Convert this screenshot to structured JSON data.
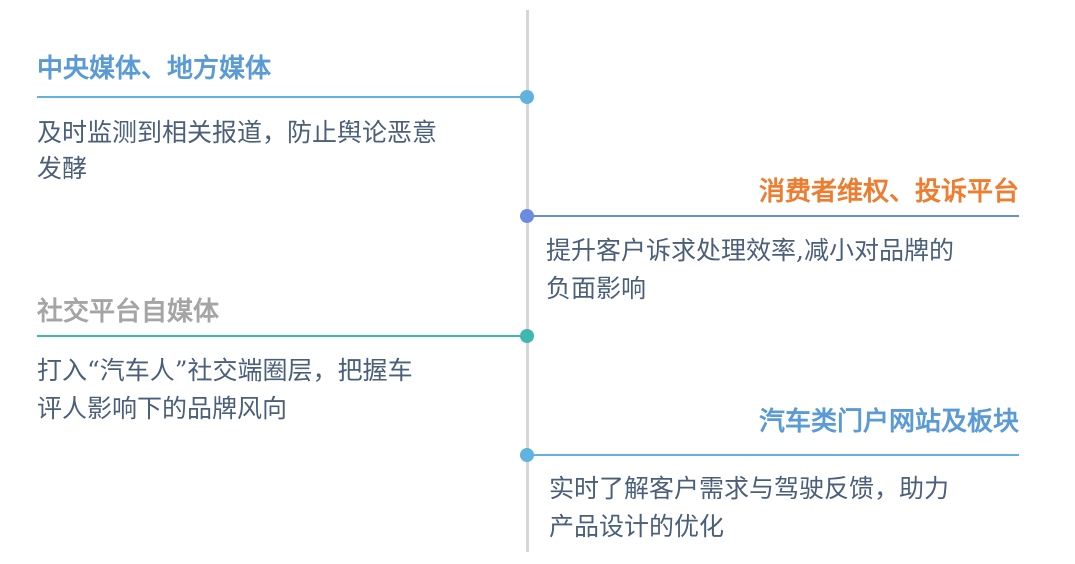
{
  "colors": {
    "axis": "#d6d6d6",
    "item1_title": "#5b9bd5",
    "item1_accent": "#5fb3de",
    "item2_title": "#ed7d31",
    "item2_accent": "#6b8be0",
    "item3_title": "#a5a5a5",
    "item3_accent": "#3fb8b0",
    "item4_title": "#5b9bd5",
    "item4_accent": "#5fb3de",
    "desc_text": "#4a5f7a"
  },
  "items": [
    {
      "title": "中央媒体、地方媒体",
      "desc_line1": "及时监测到相关报道，防止舆论恶意",
      "desc_line2": "发酵",
      "side": "left"
    },
    {
      "title": "消费者维权、投诉平台",
      "desc_line1": "提升客户诉求处理效率,减小对品牌的",
      "desc_line2": "负面影响",
      "side": "right"
    },
    {
      "title": "社交平台自媒体",
      "desc_line1": "打入“汽车人”社交端圈层，把握车",
      "desc_line2": "评人影响下的品牌风向",
      "side": "left"
    },
    {
      "title": "汽车类门户网站及板块",
      "desc_line1": "实时了解客户需求与驾驶反馈，助力",
      "desc_line2": "产品设计的优化",
      "side": "right"
    }
  ]
}
